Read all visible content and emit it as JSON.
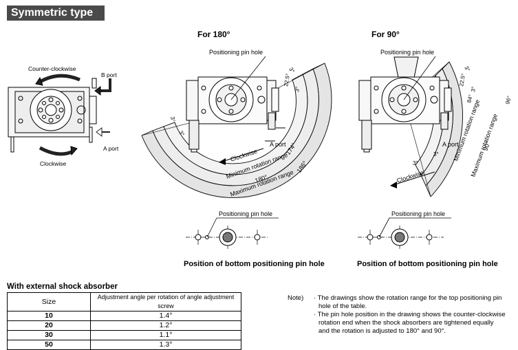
{
  "header": {
    "title": "Symmetric type"
  },
  "left_view": {
    "direction_top": "Counter-clockwise",
    "direction_bottom": "Clockwise",
    "port_b": "B port",
    "port_a": "A port"
  },
  "view180": {
    "heading": "For 180°",
    "pin_label": "Positioning pin hole",
    "angle_top": "3°",
    "angle_adj": "22.5°",
    "angle_right": "3°",
    "angle_left1": "3°",
    "angle_left2": "3°",
    "port_a": "A port",
    "direction": "Clockwise",
    "min_range": "Minimum rotation range",
    "min_val": "174°",
    "mid_val": "180°",
    "max_range": "Maximum rotation range",
    "max_val": "186°"
  },
  "view90": {
    "heading": "For 90°",
    "pin_label": "Positioning pin hole",
    "angle_top": "3°",
    "angle_adj": "22.5°",
    "angle_right": "3°",
    "angle_bot1": "3°",
    "angle_bot2": "3°",
    "port_a": "A port",
    "direction": "Clockwise",
    "min_range": "Minimum rotation range",
    "min_val": "84°",
    "mid_val": "90°",
    "max_range": "Maximum rotation range",
    "max_val": "96°"
  },
  "bottom180": {
    "pin_label": "Positioning pin hole",
    "caption": "Position of bottom positioning pin hole"
  },
  "bottom90": {
    "pin_label": "Positioning pin hole",
    "caption": "Position of bottom positioning pin hole"
  },
  "table": {
    "title": "With external shock absorber",
    "headers": [
      "Size",
      "Adjustment angle per rotation of angle adjustment screw"
    ],
    "rows": [
      [
        "10",
        "1.4°"
      ],
      [
        "20",
        "1.2°"
      ],
      [
        "30",
        "1.1°"
      ],
      [
        "50",
        "1.3°"
      ]
    ]
  },
  "note": {
    "prefix": "Note)",
    "lines": [
      "· The drawings show the rotation range for the top positioning pin",
      "hole of the table.",
      "· The pin hole position in the drawing shows the counter-clockwise",
      "rotation end when the shock absorbers are tightened equally",
      "and the rotation is adjusted to 180° and 90°."
    ]
  }
}
